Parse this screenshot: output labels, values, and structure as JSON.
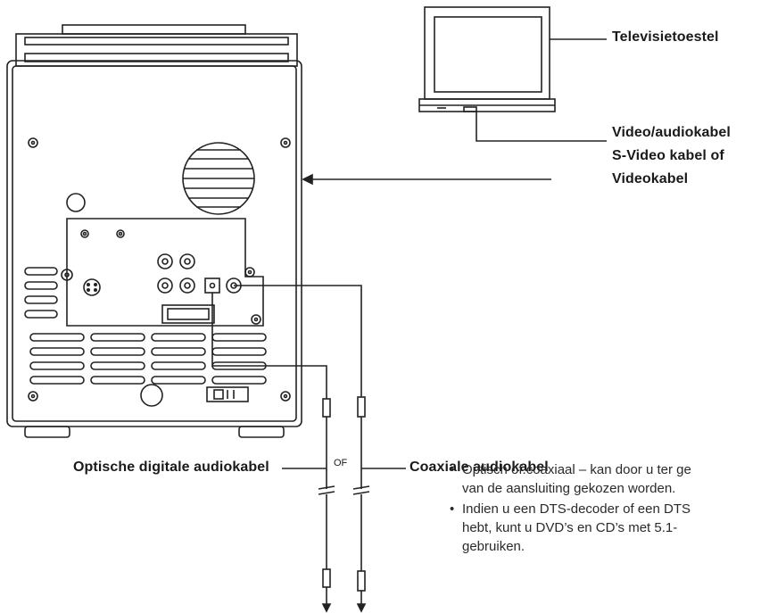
{
  "labels": {
    "tv": "Televisietoestel",
    "video_line1": "Video/audiokabel",
    "video_line2": "S-Video kabel of",
    "video_line3": "Videokabel",
    "optical": "Optische digitale audiokabel",
    "coax": "Coaxiale audiokabel",
    "or": "OF"
  },
  "notes": [
    {
      "line1": "Optisch of.coaxiaal – kan door u ter ge",
      "line2": "van de aansluiting gekozen worden."
    },
    {
      "line1": "Indien u een DTS-decoder of een DTS",
      "line2": "hebt, kunt u DVD’s en CD’s met 5.1-",
      "line3": "gebruiken."
    }
  ]
}
